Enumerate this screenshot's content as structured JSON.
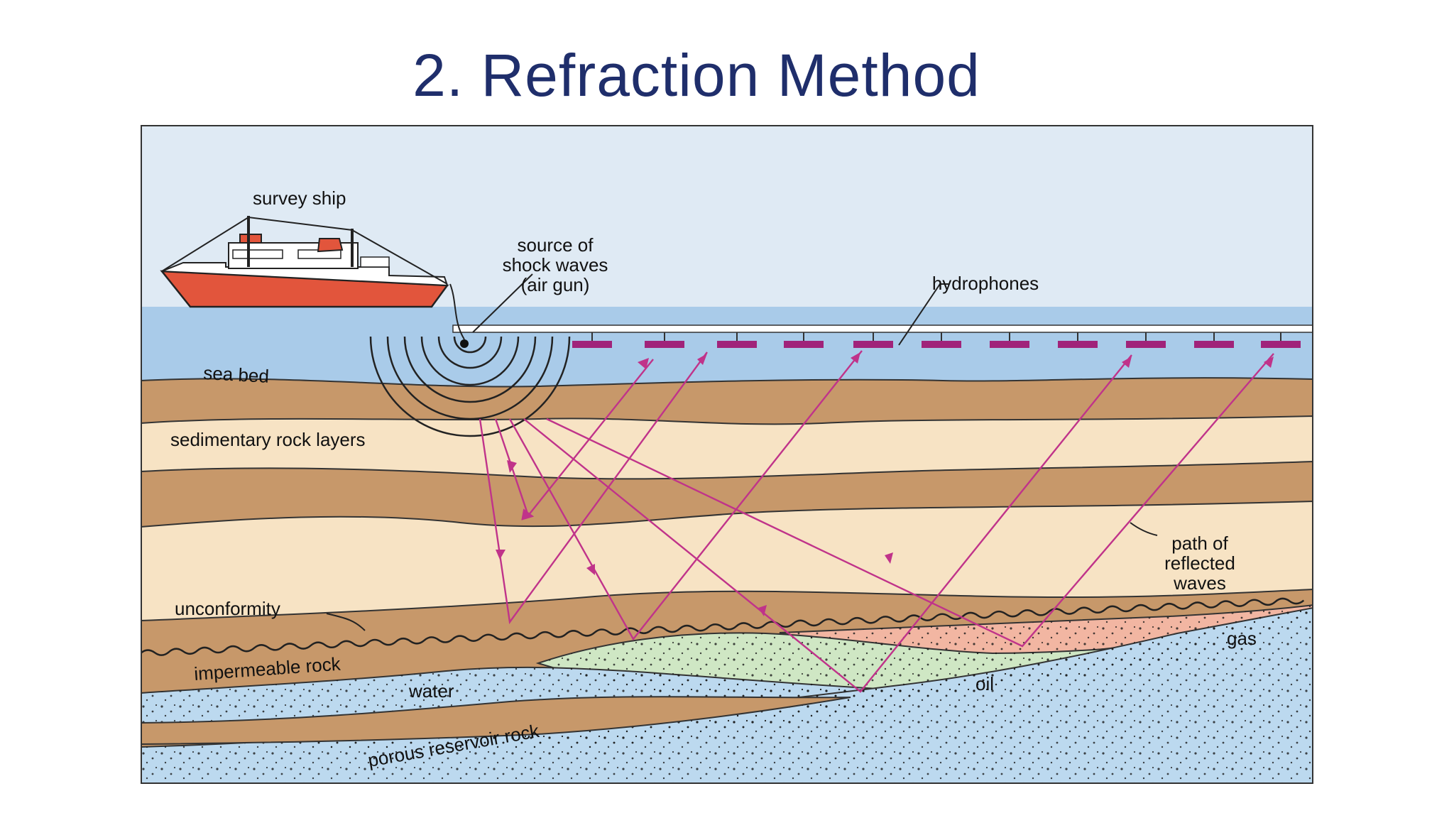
{
  "slide": {
    "title": "2. Refraction Method"
  },
  "labels": {
    "survey_ship": "survey ship",
    "source_line1": "source of",
    "source_line2": "shock waves",
    "source_line3": "(air gun)",
    "hydrophones": "hydrophones",
    "sea_bed": "sea bed",
    "sedimentary": "sedimentary rock layers",
    "path_line1": "path of",
    "path_line2": "reflected",
    "path_line3": "waves",
    "unconformity": "unconformity",
    "impermeable": "impermeable rock",
    "water": "water",
    "oil": "oil",
    "gas": "gas",
    "porous": "porous reservoir rock"
  },
  "colors": {
    "sky": "#dfeaf4",
    "sea": "#a9cbe9",
    "rock_brown": "#c7986a",
    "rock_light": "#f7e3c4",
    "water": "#bcd9ef",
    "oil": "#cfe7c4",
    "gas": "#f2b6a2",
    "ray": "#c0338a",
    "hydrophone": "#a0237a",
    "ship_hull": "#e2553c"
  }
}
